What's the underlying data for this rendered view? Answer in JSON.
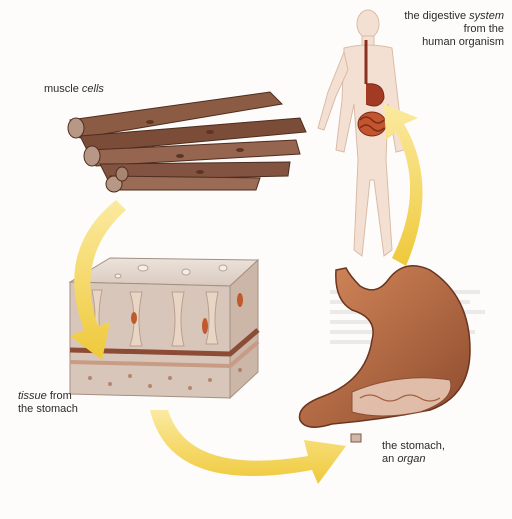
{
  "labels": {
    "system": {
      "line1": "the digestive",
      "line1_em": "system",
      "line2": "from the",
      "line3": "human organism"
    },
    "cells": {
      "text": "muscle",
      "em": "cells"
    },
    "tissue": {
      "em": "tissue",
      "text": "from",
      "line2": "the stomach"
    },
    "organ": {
      "line1": "the stomach,",
      "line2_pre": "an",
      "line2_em": "organ"
    }
  },
  "colors": {
    "arrow": "#f2d24a",
    "muscle": "#8a5a42",
    "stomach": "#b0653f",
    "skin": "#f2dccd",
    "tissue_block": "#d8c8bd"
  }
}
